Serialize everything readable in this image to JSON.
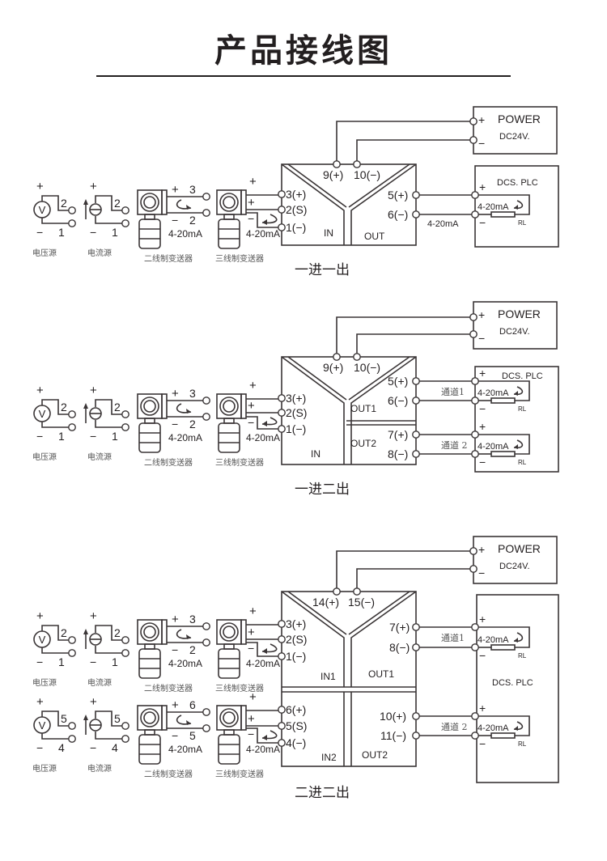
{
  "title": "产品接线图",
  "sections": [
    {
      "caption": "一进一出",
      "mode": "1in1out",
      "inputs": [
        {
          "plus": "3",
          "sig": "2",
          "minus": "1",
          "src_plus": "2",
          "src_minus": "1",
          "tw_plus": "3",
          "tw_minus": "2",
          "pins": [
            "3(+)",
            "2(S)",
            "1(−)"
          ],
          "label": "IN"
        }
      ],
      "power_pins": [
        "9(+)",
        "10(−)"
      ],
      "outputs": [
        {
          "label": "OUT",
          "pins": [
            "5(+)",
            "6(−)"
          ],
          "channel": "",
          "wire_label": "4-20mA"
        }
      ],
      "power": {
        "title": "POWER",
        "voltage": "DC24V.",
        "plus": "+",
        "minus": "−"
      },
      "plc": {
        "title": "DCS. PLC",
        "loop_label": "4-20mA",
        "resistor": "RL",
        "plus": "+",
        "minus": "−"
      }
    },
    {
      "caption": "一进二出",
      "mode": "1in2out",
      "inputs": [
        {
          "plus": "3",
          "sig": "2",
          "minus": "1",
          "src_plus": "2",
          "src_minus": "1",
          "tw_plus": "3",
          "tw_minus": "2",
          "pins": [
            "3(+)",
            "2(S)",
            "1(−)"
          ],
          "label": "IN"
        }
      ],
      "power_pins": [
        "9(+)",
        "10(−)"
      ],
      "outputs": [
        {
          "label": "OUT1",
          "pins": [
            "5(+)",
            "6(−)"
          ],
          "channel": "通道1",
          "wire_label": ""
        },
        {
          "label": "OUT2",
          "pins": [
            "7(+)",
            "8(−)"
          ],
          "channel": "通道 2",
          "wire_label": ""
        }
      ],
      "power": {
        "title": "POWER",
        "voltage": "DC24V.",
        "plus": "+",
        "minus": "−"
      },
      "plc": {
        "title": "DCS. PLC",
        "loop_label": "4-20mA",
        "resistor": "RL",
        "plus": "+",
        "minus": "−"
      }
    },
    {
      "caption": "二进二出",
      "mode": "2in2out",
      "inputs": [
        {
          "src_plus": "2",
          "src_minus": "1",
          "tw_plus": "3",
          "tw_minus": "2",
          "pins": [
            "3(+)",
            "2(S)",
            "1(−)"
          ],
          "label": "IN1"
        },
        {
          "src_plus": "5",
          "src_minus": "4",
          "tw_plus": "6",
          "tw_minus": "5",
          "pins": [
            "6(+)",
            "5(S)",
            "4(−)"
          ],
          "label": "IN2"
        }
      ],
      "power_pins": [
        "14(+)",
        "15(−)"
      ],
      "outputs": [
        {
          "label": "OUT1",
          "pins": [
            "7(+)",
            "8(−)"
          ],
          "channel": "通道1",
          "wire_label": ""
        },
        {
          "label": "OUT2",
          "pins": [
            "10(+)",
            "11(−)"
          ],
          "channel": "通道 2",
          "wire_label": ""
        }
      ],
      "power": {
        "title": "POWER",
        "voltage": "DC24V.",
        "plus": "+",
        "minus": "−"
      },
      "plc": {
        "title": "DCS. PLC",
        "loop_label": "4-20mA",
        "resistor": "RL",
        "plus": "+",
        "minus": "−"
      }
    }
  ],
  "source_labels": {
    "voltage_source": "电压源",
    "current_source": "电流源",
    "two_wire": "二线制变送器",
    "three_wire": "三线制变送器",
    "current": "4-20mA",
    "plus": "+",
    "minus": "−"
  }
}
